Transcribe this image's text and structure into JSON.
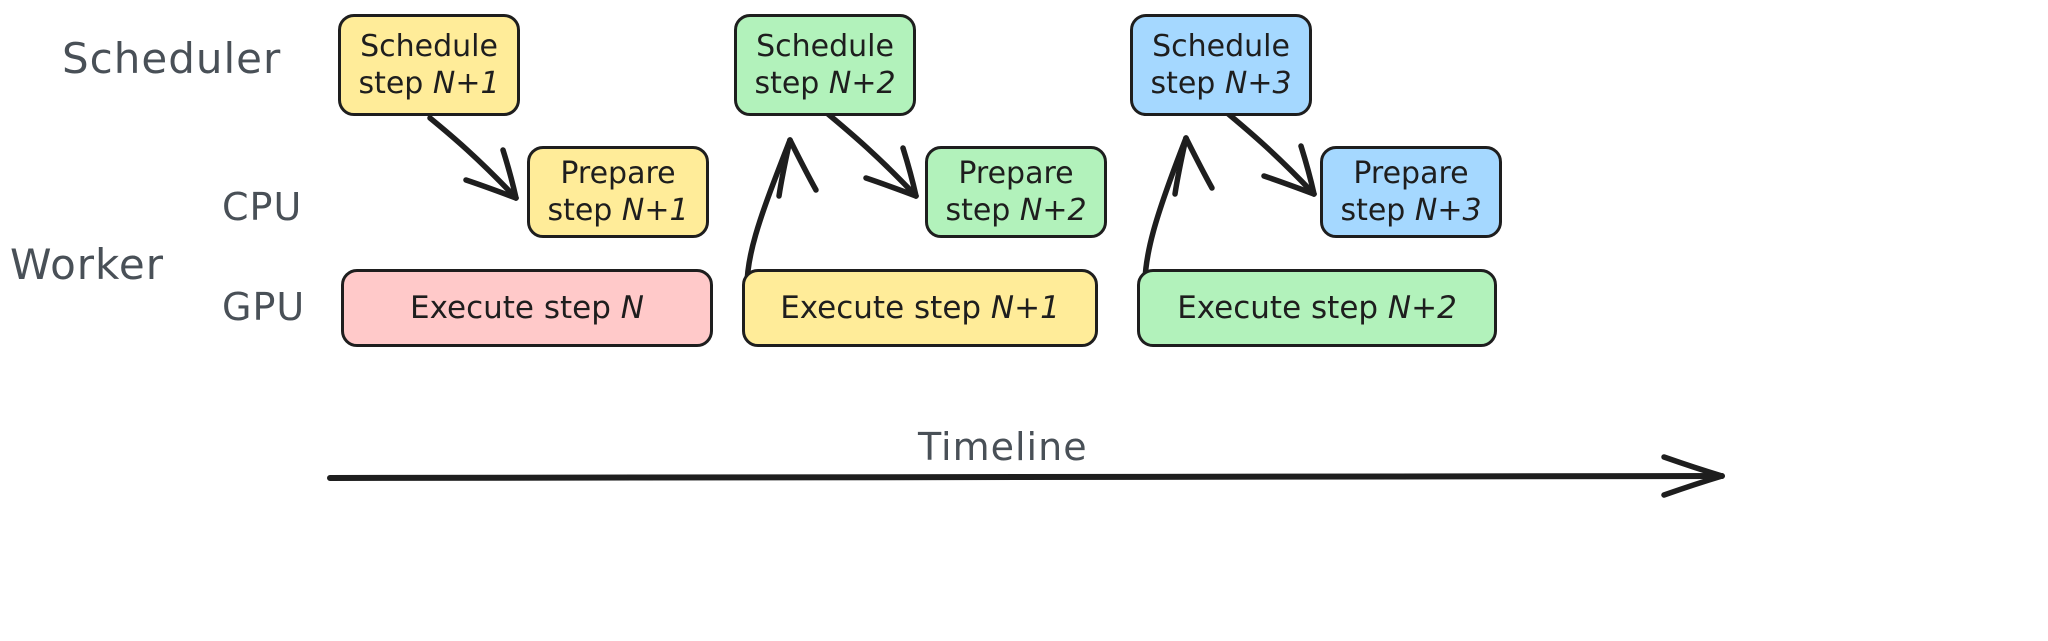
{
  "diagram": {
    "title": "Scheduler / Worker pipelined execution timeline",
    "background": "#ffffff",
    "stroke": "#1e1e1e",
    "label_color": "#495057"
  },
  "labels": {
    "scheduler": "Scheduler",
    "worker": "Worker",
    "cpu": "CPU",
    "gpu": "GPU",
    "timeline": "Timeline"
  },
  "palette": {
    "yellow": "#ffec99",
    "green": "#b2f2bb",
    "blue": "#a5d8ff",
    "pink": "#ffc9c9",
    "stroke": "#1e1e1e"
  },
  "rows": [
    {
      "name": "scheduler",
      "label": "Scheduler",
      "nodes": [
        {
          "id": "sched-n1",
          "line1": "Schedule",
          "line2": "step ",
          "step": "N+1",
          "color": "#ffec99"
        },
        {
          "id": "sched-n2",
          "line1": "Schedule",
          "line2": "step ",
          "step": "N+2",
          "color": "#b2f2bb"
        },
        {
          "id": "sched-n3",
          "line1": "Schedule",
          "line2": "step ",
          "step": "N+3",
          "color": "#a5d8ff"
        }
      ]
    },
    {
      "name": "cpu",
      "label": "CPU",
      "nodes": [
        {
          "id": "prep-n1",
          "line1": "Prepare",
          "line2": "step ",
          "step": "N+1",
          "color": "#ffec99"
        },
        {
          "id": "prep-n2",
          "line1": "Prepare",
          "line2": "step ",
          "step": "N+2",
          "color": "#b2f2bb"
        },
        {
          "id": "prep-n3",
          "line1": "Prepare",
          "line2": "step ",
          "step": "N+3",
          "color": "#a5d8ff"
        }
      ]
    },
    {
      "name": "gpu",
      "label": "GPU",
      "nodes": [
        {
          "id": "exec-n",
          "line1": "Execute step ",
          "step": "N",
          "color": "#ffc9c9"
        },
        {
          "id": "exec-n1",
          "line1": "Execute step ",
          "step": "N+1",
          "color": "#ffec99"
        },
        {
          "id": "exec-n2",
          "line1": "Execute step ",
          "step": "N+2",
          "color": "#b2f2bb"
        }
      ]
    }
  ],
  "arrows": [
    {
      "id": "sched-n1-to-prep-n1",
      "from": "sched-n1",
      "to": "prep-n1",
      "direction": "down-right"
    },
    {
      "id": "exec-n-to-sched-n2",
      "from": "exec-n",
      "to": "sched-n2",
      "direction": "up-right"
    },
    {
      "id": "sched-n2-to-prep-n2",
      "from": "sched-n2",
      "to": "prep-n2",
      "direction": "down-right"
    },
    {
      "id": "exec-n1-to-sched-n3",
      "from": "exec-n1",
      "to": "sched-n3",
      "direction": "up-right"
    },
    {
      "id": "sched-n3-to-prep-n3",
      "from": "sched-n3",
      "to": "prep-n3",
      "direction": "down-right"
    }
  ],
  "axis": {
    "label": "Timeline",
    "direction": "left-to-right"
  }
}
